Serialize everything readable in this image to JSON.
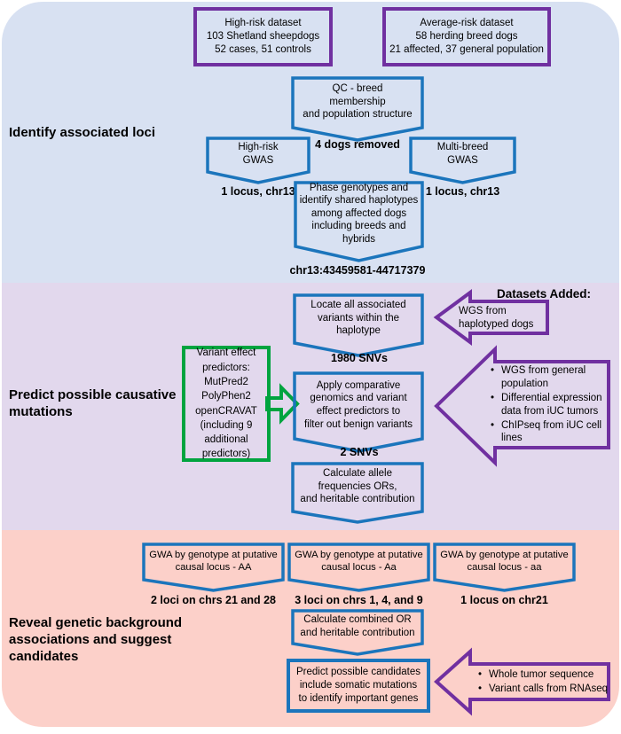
{
  "colors": {
    "blue": "#1b75bc",
    "purple": "#7030a0",
    "green": "#00a43f",
    "band_blue": "#d8e1f2",
    "band_lavender": "#e2d8ed",
    "band_pink": "#fcd0c9"
  },
  "sections": {
    "identify": {
      "label": "Identify associated loci"
    },
    "predict": {
      "label": "Predict possible causative mutations"
    },
    "reveal": {
      "label": "Reveal genetic background associations and suggest candidates"
    }
  },
  "top": {
    "dataset_high": "High-risk dataset\n103 Shetland sheepdogs\n52 cases, 51 controls",
    "dataset_avg": "Average-risk dataset\n58 herding breed dogs\n21 affected, 37 general population",
    "qc": "QC - breed\nmembership\nand population structure",
    "qc_result": "4 dogs removed",
    "gwas_high": "High-risk\nGWAS",
    "gwas_multi": "Multi-breed\nGWAS",
    "gwas_high_result": "1 locus, chr13",
    "gwas_multi_result": "1 locus, chr13",
    "phase": "Phase genotypes and\nidentify shared haplotypes\namong affected dogs\nincluding breeds and\nhybrids",
    "phase_result": "chr13:43459581-44717379"
  },
  "middle": {
    "datasets_added": "Datasets Added:",
    "locate": "Locate all associated\nvariants within the\nhaplotype",
    "locate_result": "1980 SNVs",
    "wgs_arrow": "WGS from\nhaplotyped dogs",
    "predictors": "Variant effect\npredictors:\nMutPred2\nPolyPhen2\nopenCRAVAT\n(including 9\nadditional\npredictors)",
    "apply": "Apply comparative\ngenomics and variant\neffect predictors to\nfilter out benign variants",
    "apply_result": "2 SNVs",
    "big_arrow_bullets": [
      "WGS from general population",
      "Differential expression data from iUC tumors",
      "ChIPseq from iUC cell lines"
    ],
    "calc_allele": "Calculate allele\nfrequencies ORs,\nand heritable contribution"
  },
  "bottom": {
    "gwa_AA": "GWA by genotype at putative\ncausal locus - AA",
    "gwa_Aa": "GWA by genotype at putative\ncausal locus - Aa",
    "gwa_aa": "GWA by genotype at putative\ncausal locus - aa",
    "gwa_AA_result": "2 loci on chrs 21 and 28",
    "gwa_Aa_result": "3 loci on chrs 1, 4, and 9",
    "gwa_aa_result": "1 locus on chr21",
    "calc_combined": "Calculate combined OR\nand heritable contribution",
    "predict_candidates": "Predict possible candidates\ninclude somatic mutations\nto identify important genes",
    "tumor_bullets": [
      "Whole tumor sequence",
      "Variant calls from RNAseq"
    ]
  }
}
